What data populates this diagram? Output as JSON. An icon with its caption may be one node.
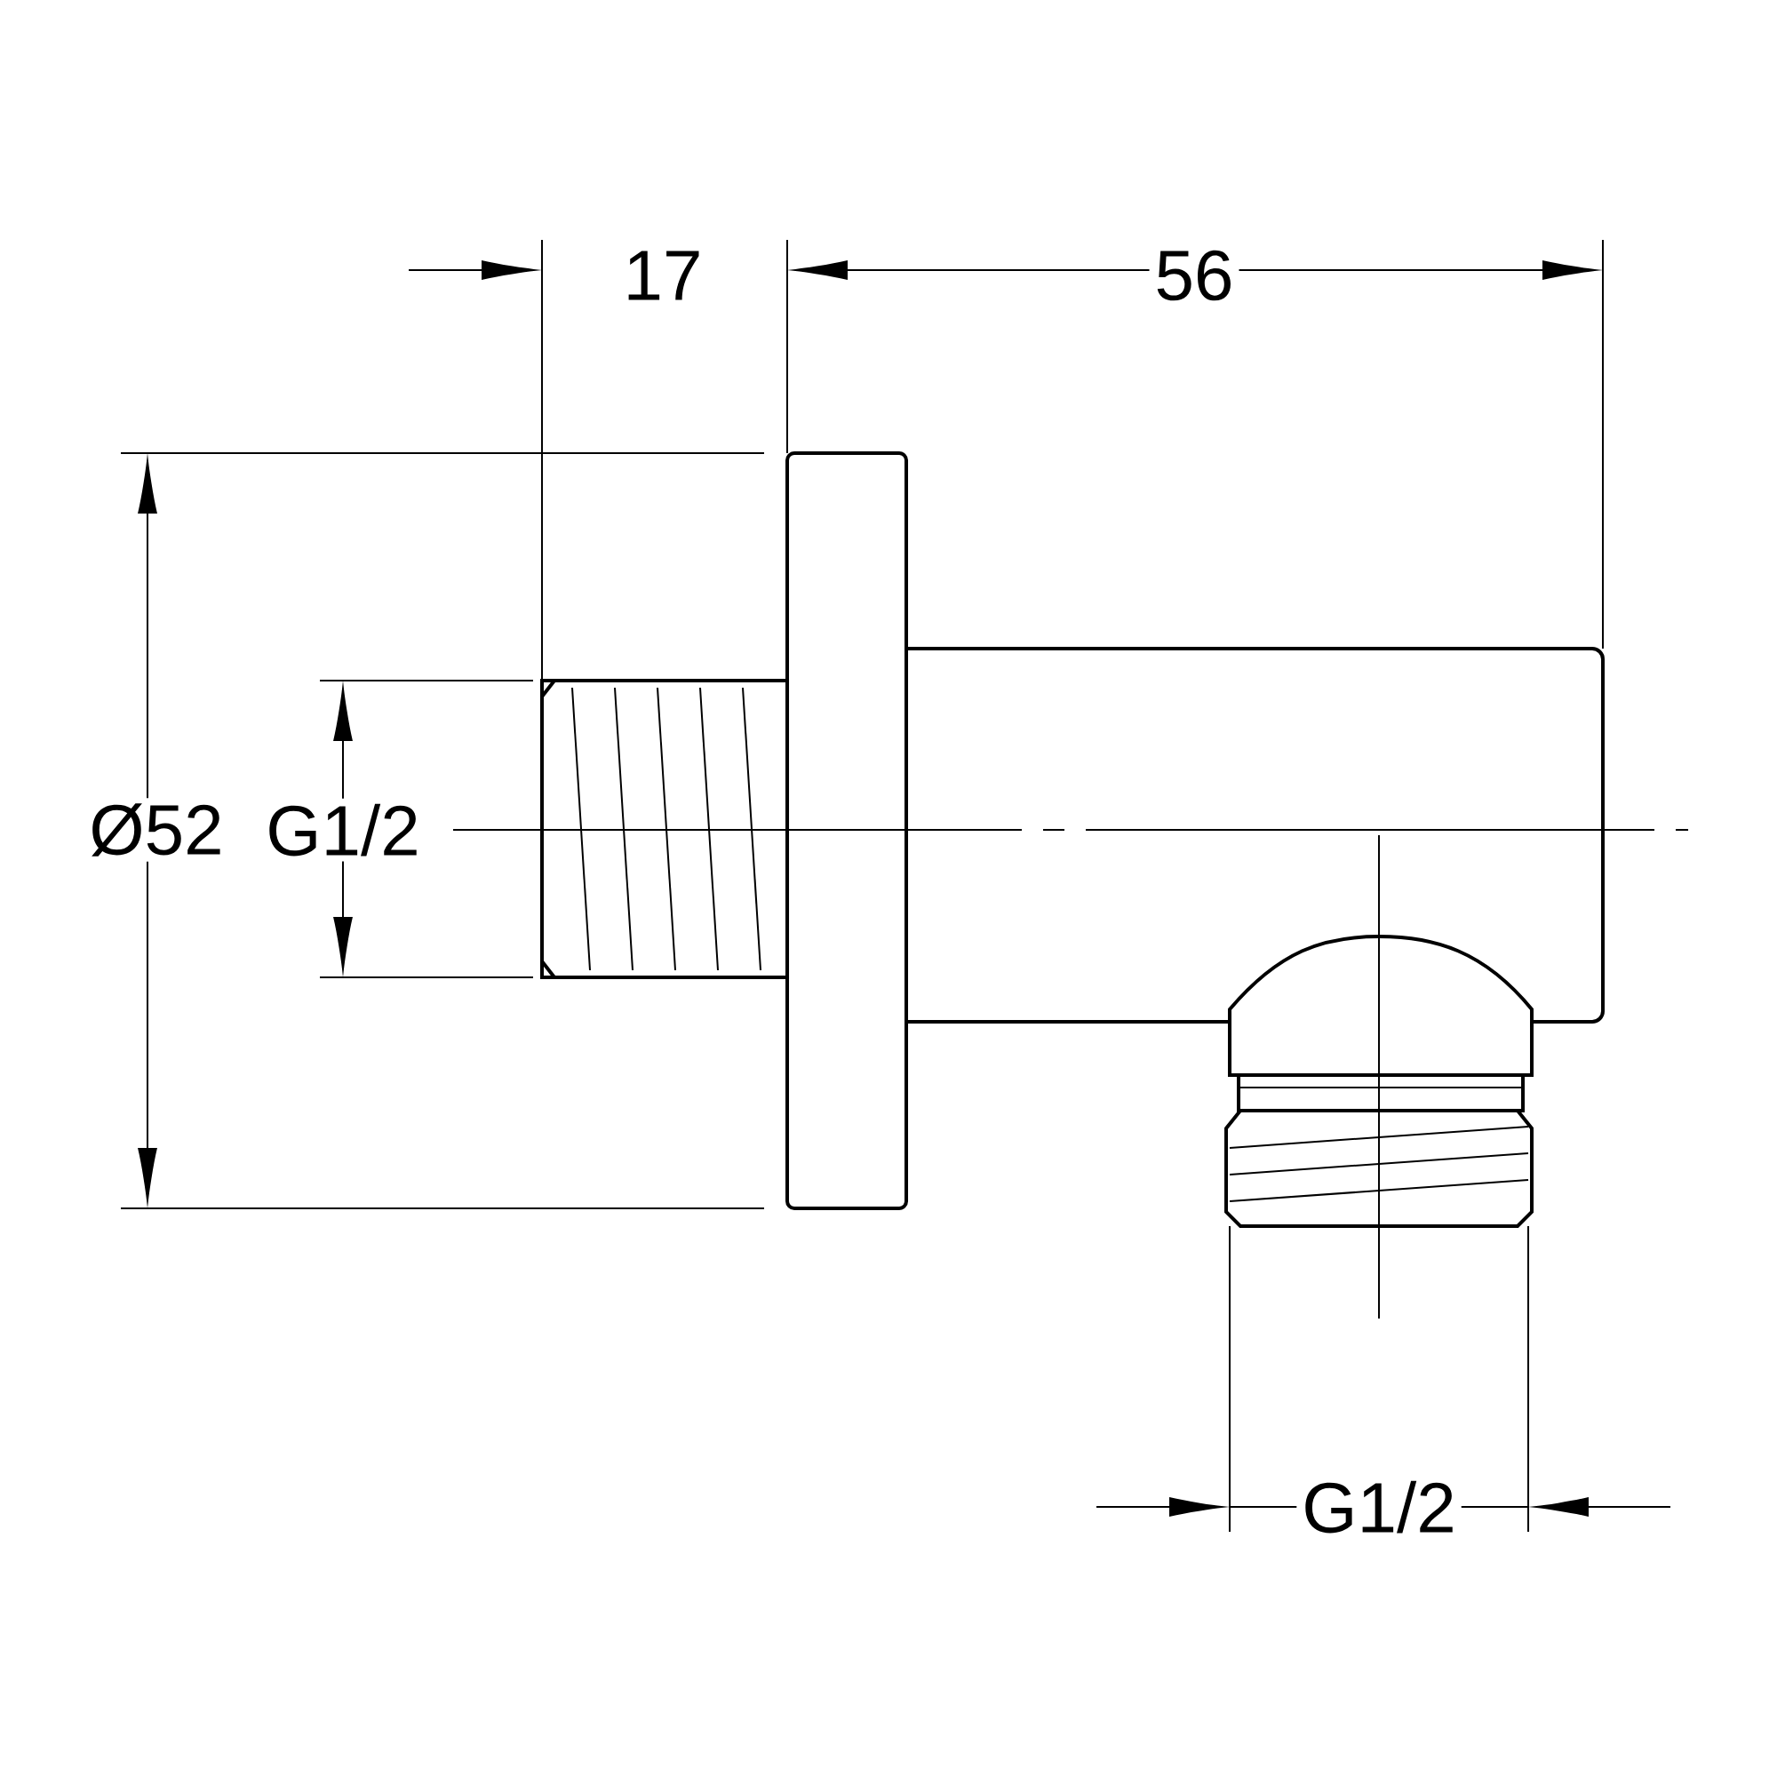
{
  "diagram": {
    "labels": [
      "17",
      "56",
      "Ø52",
      "G1/2",
      "G1/2"
    ]
  }
}
